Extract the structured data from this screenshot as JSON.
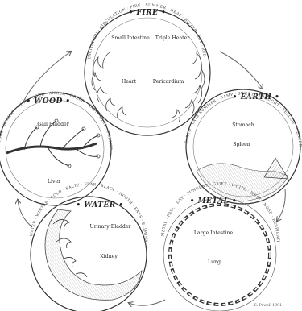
{
  "elements": [
    {
      "id": "fire",
      "title": "FIRE",
      "organs": [
        "Small Intestine",
        "Triple Heater",
        "Heart",
        "Pericardium"
      ],
      "rim_text": "EXCITATION · CIRCULATION · FIRE · SUMMER · HEAT · BITTER · JOY · RED · SOUTH · TONGUE"
    },
    {
      "id": "earth",
      "title": "EARTH",
      "organs": [
        "Stomach",
        "Spleen"
      ],
      "rim_text": "EARTH · LATE SUMMER · DAMP · SWEET · THOUGHT · YELLOW · CENTER · MOUTH · NOURISHMENT"
    },
    {
      "id": "metal",
      "title": "METAL",
      "organs": [
        "Large Intestine",
        "Lung"
      ],
      "rim_text": "METAL · FALL · DRY · PUNGENT · GRIEF · WHITE · WEST · NOSE · RESPIRATION"
    },
    {
      "id": "water",
      "title": "WATER",
      "organs": [
        "Urinary Bladder",
        "Kidney"
      ],
      "rim_text": "WATER · WINTER · COLD · SALTY · FEAR · BLACK · NORTH · EARS · ELIMINATION"
    },
    {
      "id": "wood",
      "title": "WOOD",
      "organs": [
        "Gall Bladder",
        "Liver"
      ],
      "rim_text": "WOOD · SPRING · WIND · SOUR · ANGER · GREEN · EAST · EYES · PURIFICATION"
    }
  ],
  "signature": "S. Powell 1991"
}
